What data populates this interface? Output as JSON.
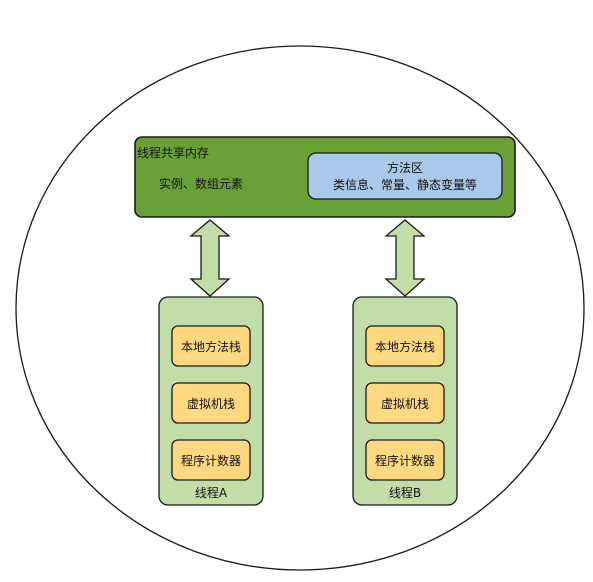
{
  "shared_memory": {
    "title": "线程共享内存",
    "heap_text": "实例、数组元素",
    "method_area": {
      "title": "方法区",
      "desc": "类信息、常量、静态变量等"
    }
  },
  "threads": [
    {
      "label": "线程A",
      "items": [
        "本地方法栈",
        "虚拟机栈",
        "程序计数器"
      ]
    },
    {
      "label": "线程B",
      "items": [
        "本地方法栈",
        "虚拟机栈",
        "程序计数器"
      ]
    }
  ],
  "colors": {
    "shared_fill": "#6aa038",
    "method_fill": "#a9c8ea",
    "thread_fill": "#c3dda8",
    "item_fill": "#ffd880",
    "arrow_fill": "#c3dda8",
    "stroke": "#1a1a1a"
  }
}
